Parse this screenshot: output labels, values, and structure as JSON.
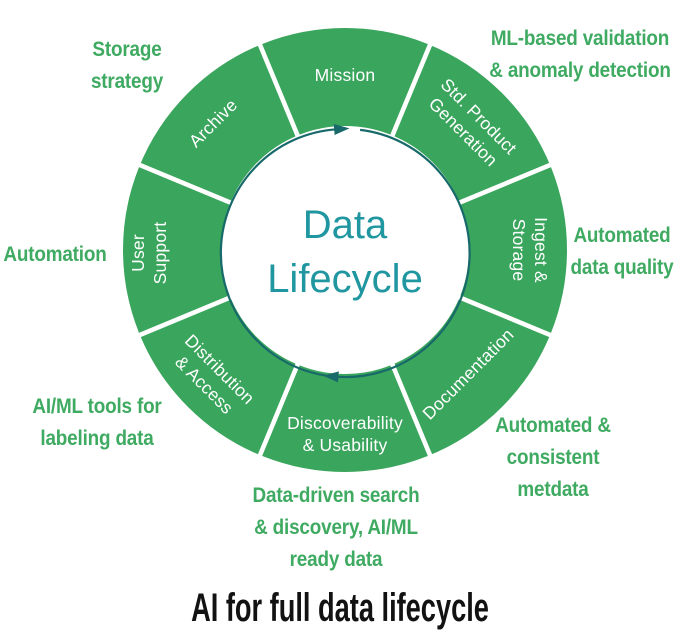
{
  "title": "AI for full data lifecycle",
  "center": {
    "lines": [
      "Data",
      "Lifecycle"
    ]
  },
  "ring": {
    "segments": [
      {
        "id": "mission",
        "lines": [
          "Mission"
        ]
      },
      {
        "id": "std-product-generation",
        "lines": [
          "Std. Product",
          "Generation"
        ]
      },
      {
        "id": "ingest-storage",
        "lines": [
          "Ingest &",
          "Storage"
        ]
      },
      {
        "id": "documentation",
        "lines": [
          "Documentation"
        ]
      },
      {
        "id": "discoverability-usability",
        "lines": [
          "Discoverability",
          "& Usability"
        ]
      },
      {
        "id": "distribution-access",
        "lines": [
          "Distribution",
          "& Access"
        ]
      },
      {
        "id": "user-support",
        "lines": [
          "User",
          "Support"
        ]
      },
      {
        "id": "archive",
        "lines": [
          "Archive"
        ]
      }
    ]
  },
  "annotations": [
    {
      "id": "storage-strategy",
      "lines": [
        "Storage",
        "strategy"
      ]
    },
    {
      "id": "ml-validation",
      "lines": [
        "ML-based validation",
        "& anomaly detection"
      ]
    },
    {
      "id": "automated-data-quality",
      "lines": [
        "Automated",
        "data quality"
      ]
    },
    {
      "id": "automation",
      "lines": [
        "Automation"
      ]
    },
    {
      "id": "ai-ml-tools",
      "lines": [
        "AI/ML tools for",
        "labeling data"
      ]
    },
    {
      "id": "data-driven-search",
      "lines": [
        "Data-driven search",
        "& discovery, AI/ML",
        "ready data"
      ]
    },
    {
      "id": "automated-consistent-metdata",
      "lines": [
        "Automated &",
        "consistent",
        "metdata"
      ]
    }
  ],
  "colors": {
    "ring_green": "#3aa55c",
    "label_green": "#3faa61",
    "teal": "#2097a0",
    "arrow": "#17696a",
    "title": "#121212"
  }
}
